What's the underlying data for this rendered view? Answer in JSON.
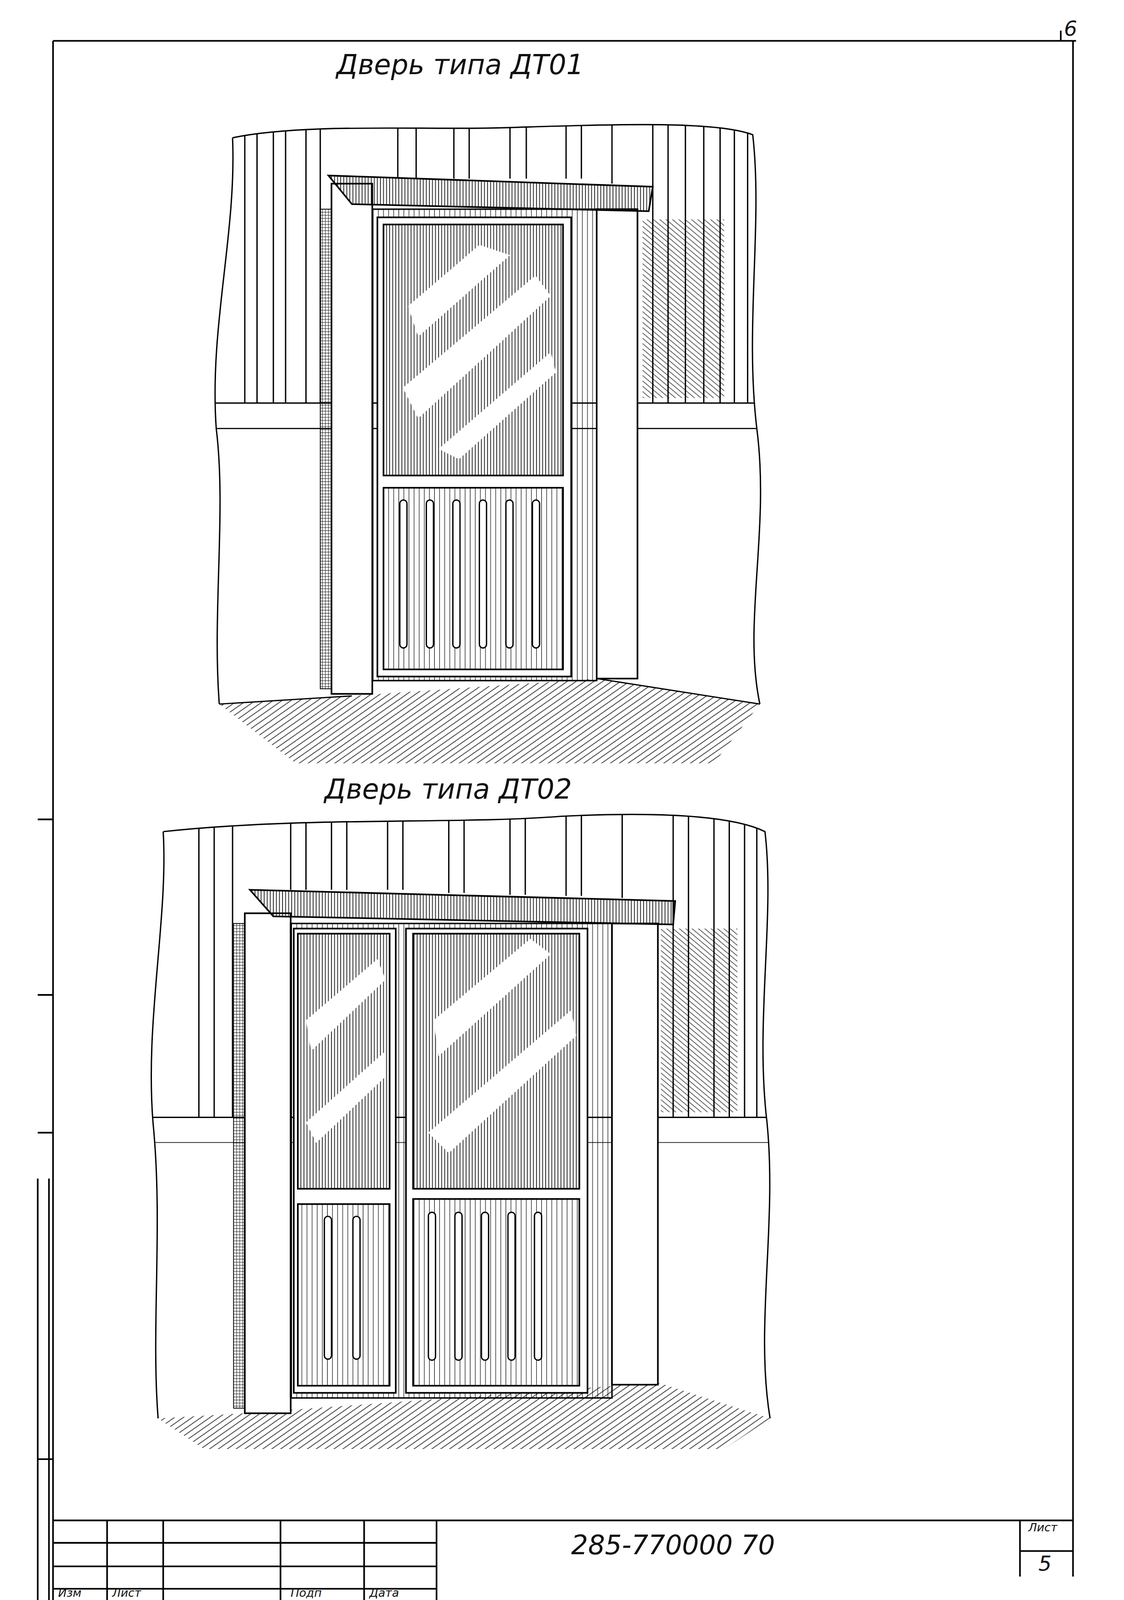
{
  "diagram": {
    "labels": [
      "6",
      "Дверь типа ДТ01",
      "Дверь типа ДТ02",
      "285-770000 70",
      "Лист",
      "5",
      "Изм",
      "Лист",
      "Подп",
      "Дата"
    ]
  }
}
